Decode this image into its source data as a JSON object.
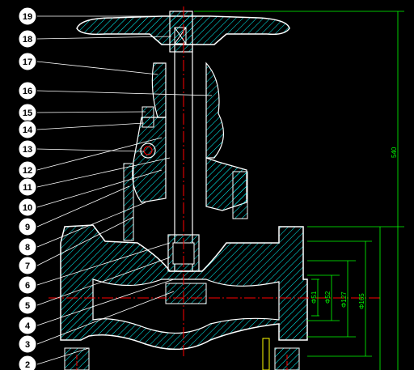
{
  "drawing": {
    "callouts": [
      "19",
      "18",
      "17",
      "16",
      "15",
      "14",
      "13",
      "12",
      "11",
      "10",
      "9",
      "8",
      "7",
      "6",
      "5",
      "4",
      "3",
      "2"
    ],
    "dimensions": {
      "overall_height": "540",
      "d1": "Φ51",
      "d2": "Φ52",
      "d3": "Φ127",
      "d4": "Φ165"
    },
    "colors": {
      "background": "#000000",
      "outline": "#ffffff",
      "hatch": "#00ffff",
      "centerline": "#ff0000",
      "dimension": "#00ff00",
      "callout_line": "#ffffff"
    }
  }
}
